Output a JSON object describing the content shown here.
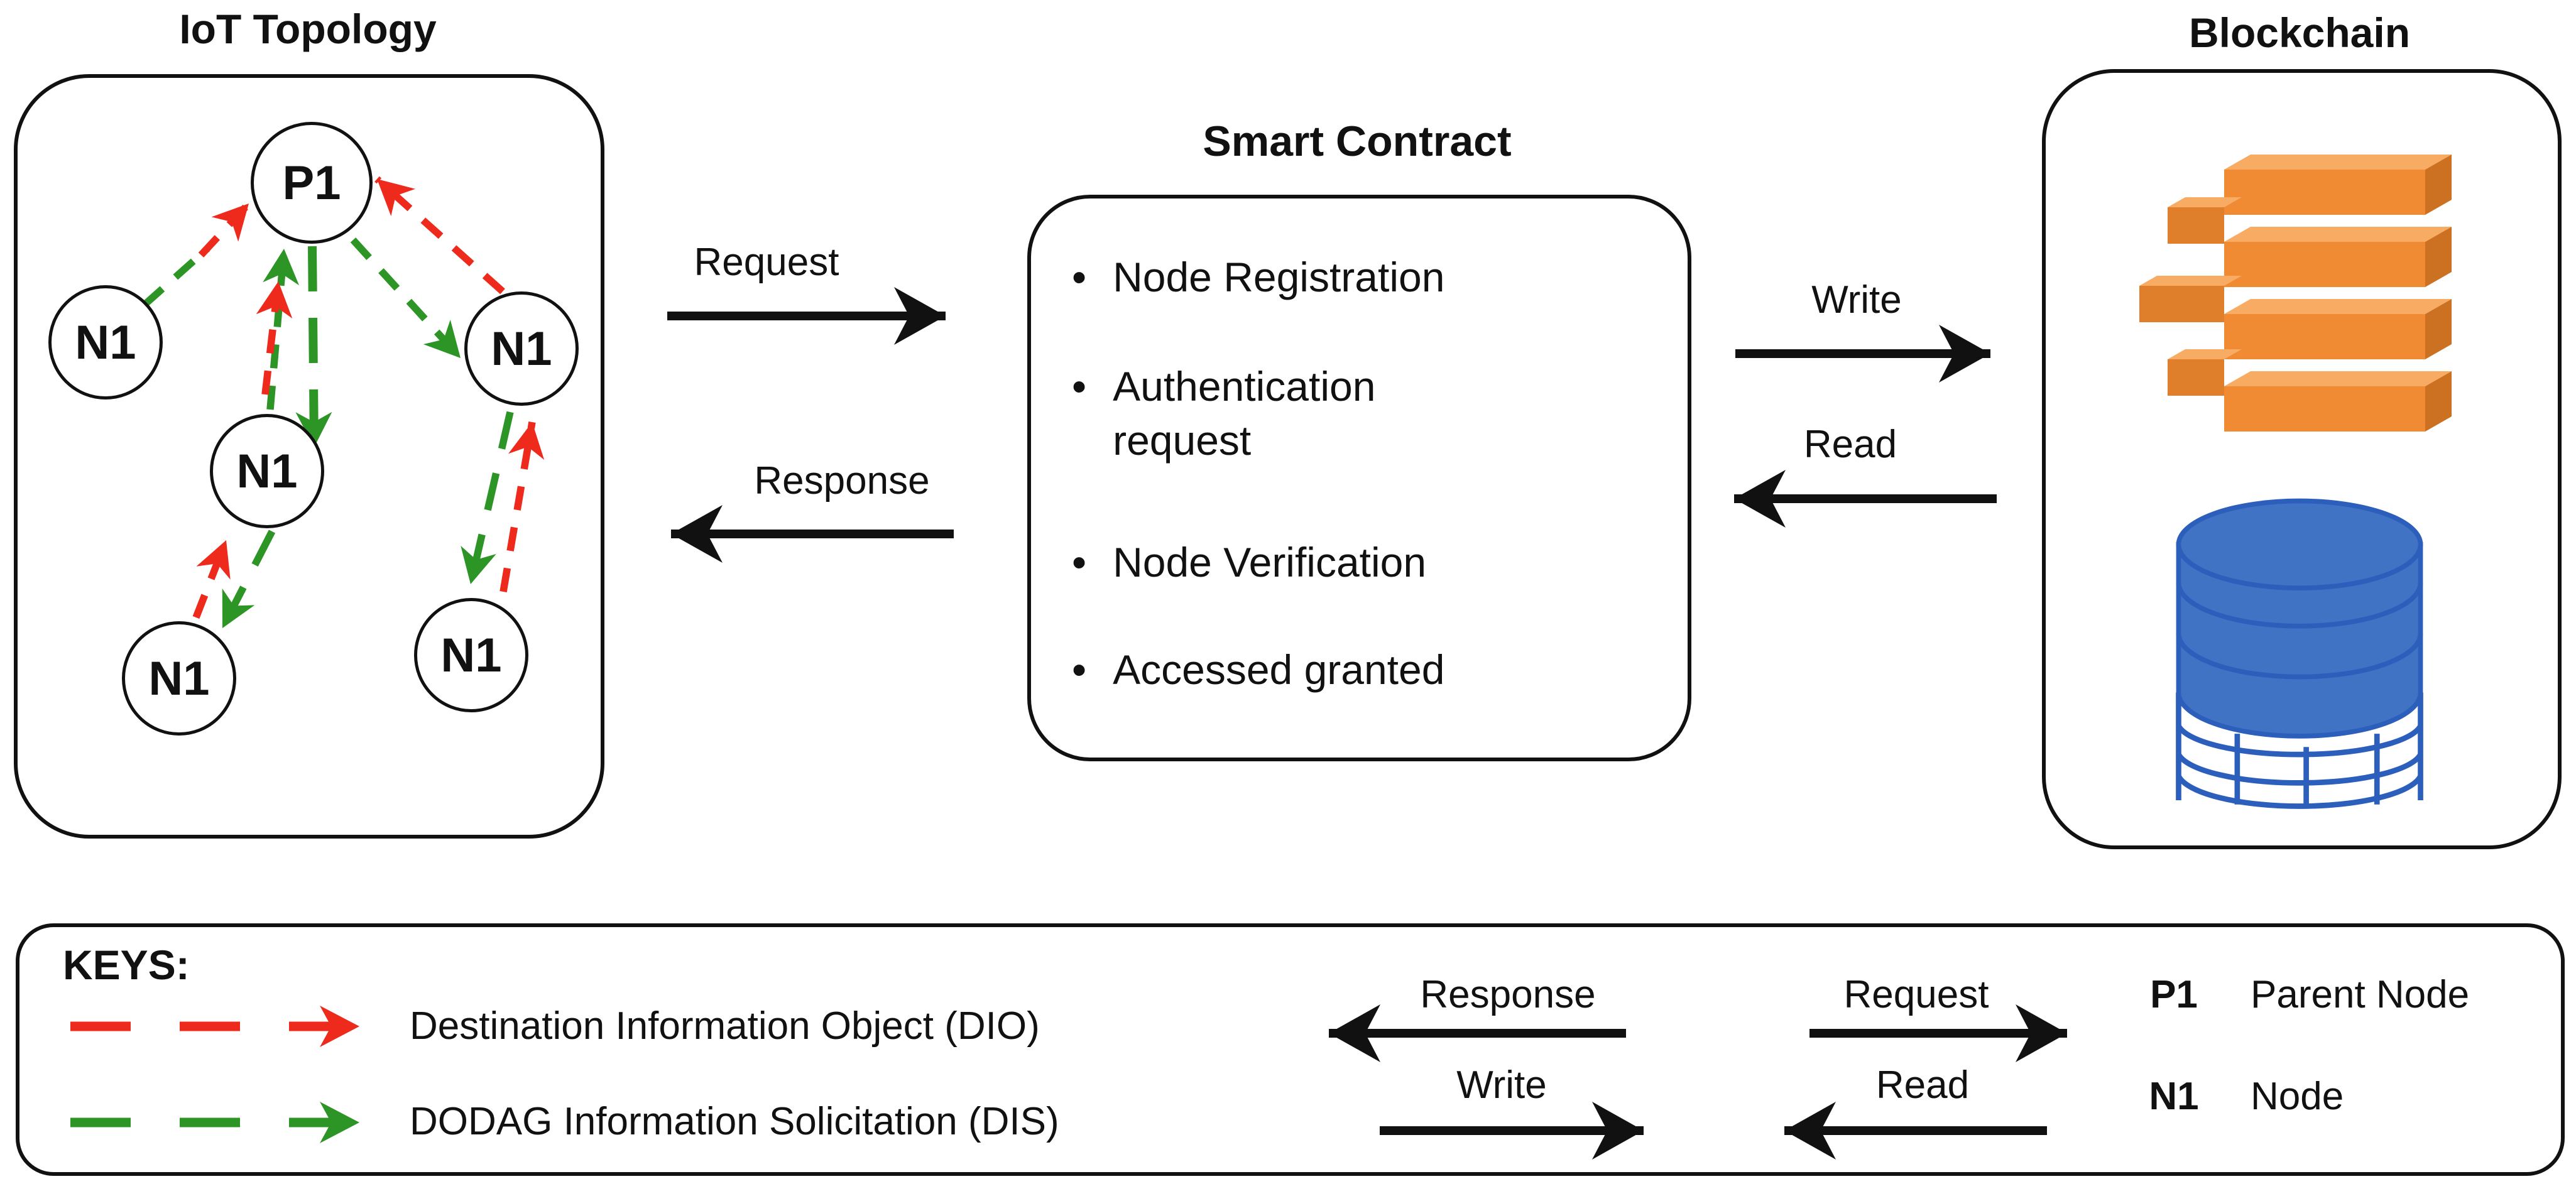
{
  "iot": {
    "title": "IoT Topology",
    "nodes": [
      {
        "id": "p1",
        "label": "P1"
      },
      {
        "id": "n1-left",
        "label": "N1"
      },
      {
        "id": "n1-right",
        "label": "N1"
      },
      {
        "id": "n1-middle",
        "label": "N1"
      },
      {
        "id": "n1-bottom-left",
        "label": "N1"
      },
      {
        "id": "n1-bottom-right",
        "label": "N1"
      }
    ]
  },
  "flows": {
    "request": "Request",
    "response": "Response",
    "write": "Write",
    "read": "Read"
  },
  "smart_contract": {
    "title": "Smart Contract",
    "items": [
      "Node Registration",
      "Authentication request",
      "Node Verification",
      "Accessed granted"
    ]
  },
  "blockchain": {
    "title": "Blockchain",
    "icons": [
      "blockchain-blocks-icon",
      "database-tank-icon"
    ]
  },
  "legend": {
    "heading": "KEYS:",
    "dio": "Destination Information Object (DIO)",
    "dis": "DODAG Information Solicitation (DIS)",
    "response": "Response",
    "request": "Request",
    "write": "Write",
    "read": "Read",
    "p1_key": "P1",
    "p1_desc": "Parent Node",
    "n1_key": "N1",
    "n1_desc": "Node"
  },
  "colors": {
    "dio_red": "#ee2a1c",
    "dis_green": "#2d9426",
    "block_orange": "#f08a33",
    "tank_blue": "#4173c4",
    "ink": "#111111"
  }
}
